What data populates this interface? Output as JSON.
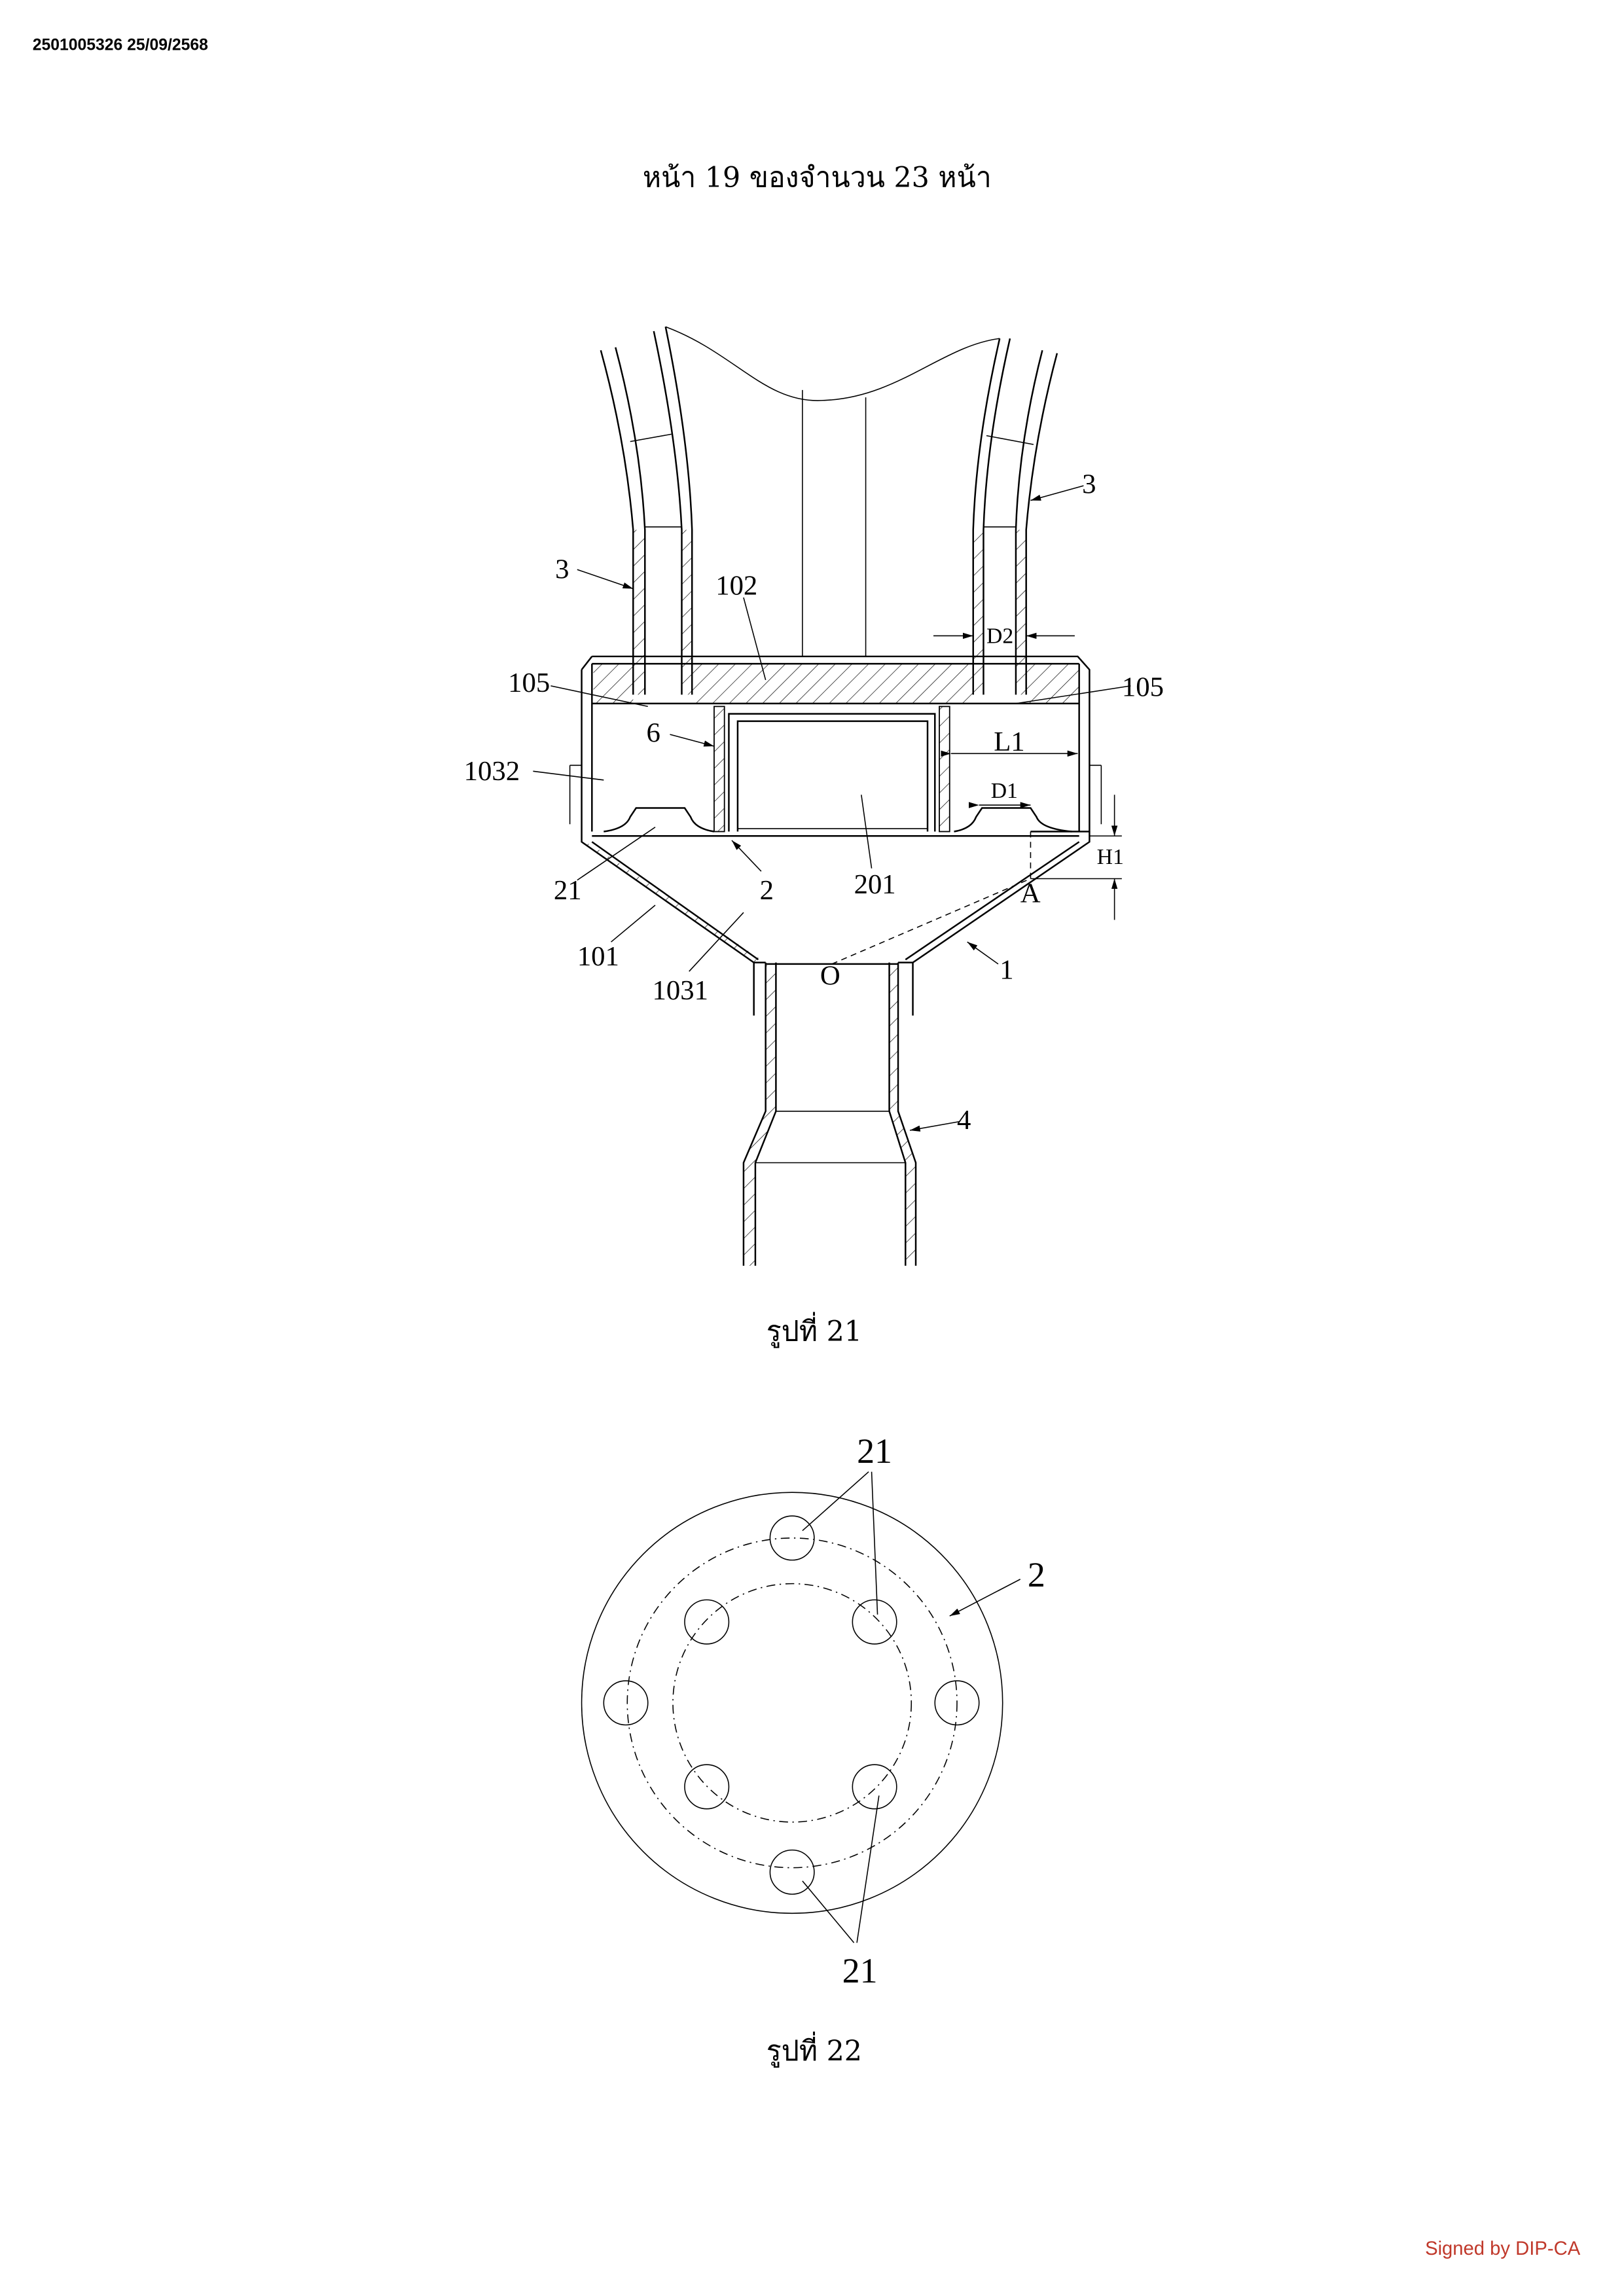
{
  "header": {
    "doc_id": "2501005326 25/09/2568",
    "page_title": "หน้า 19 ของจำนวน 23 หน้า"
  },
  "figure21": {
    "caption": "รูปที่ 21",
    "labels": {
      "tube_left": "3",
      "tube_right": "3",
      "plate": "102",
      "d2": "D2",
      "chamber_left": "105",
      "chamber_right": "105",
      "pipe6": "6",
      "l1": "L1",
      "chamber_1032": "1032",
      "d1": "D1",
      "h1": "H1",
      "hole": "21",
      "plate2": "2",
      "center": "201",
      "point_a": "A",
      "wall": "101",
      "funnel": "1031",
      "point_o": "O",
      "body": "1",
      "outlet": "4"
    }
  },
  "figure22": {
    "caption": "รูปที่ 22",
    "labels": {
      "holes_top": "21",
      "plate": "2",
      "holes_bottom": "21"
    }
  },
  "footer": {
    "signature": "Signed by DIP-CA",
    "signature_color": "#c0392b"
  }
}
